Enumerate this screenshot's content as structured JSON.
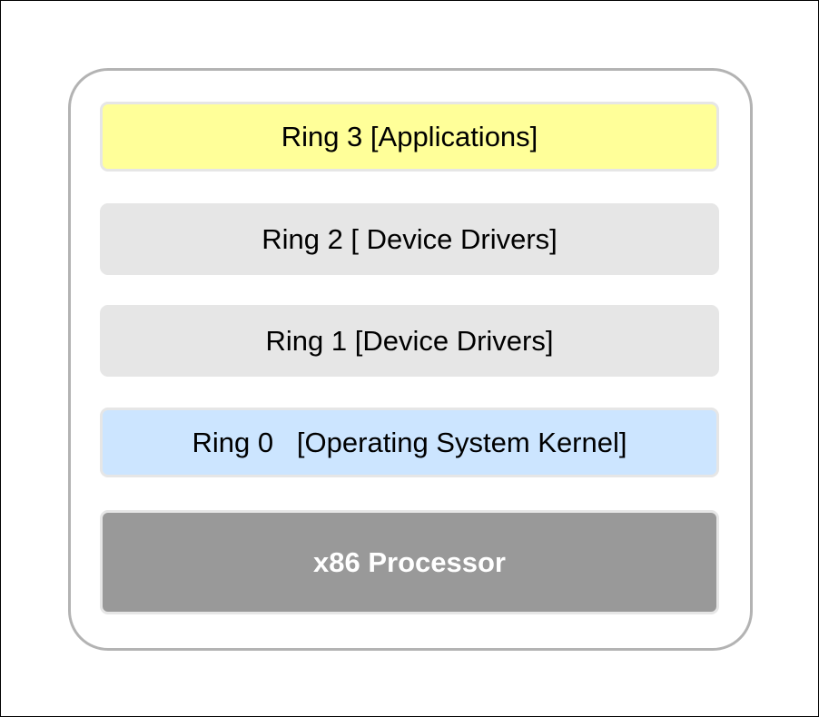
{
  "diagram": {
    "layers": [
      {
        "id": "ring3",
        "label": "Ring 3 [Applications]",
        "fill": "#ffff99",
        "text_color": "#000000"
      },
      {
        "id": "ring2",
        "label": "Ring 2 [ Device Drivers]",
        "fill": "#e6e6e6",
        "text_color": "#000000"
      },
      {
        "id": "ring1",
        "label": "Ring 1 [Device Drivers]",
        "fill": "#e6e6e6",
        "text_color": "#000000"
      },
      {
        "id": "ring0",
        "label": "Ring 0   [Operating System Kernel]",
        "fill": "#cce5ff",
        "text_color": "#000000"
      },
      {
        "id": "cpu",
        "label": "x86 Processor",
        "fill": "#999999",
        "text_color": "#ffffff"
      }
    ],
    "colors": {
      "container_border": "#b3b3b3",
      "layer_border": "#e6e6e6",
      "frame_border": "#000000"
    }
  }
}
